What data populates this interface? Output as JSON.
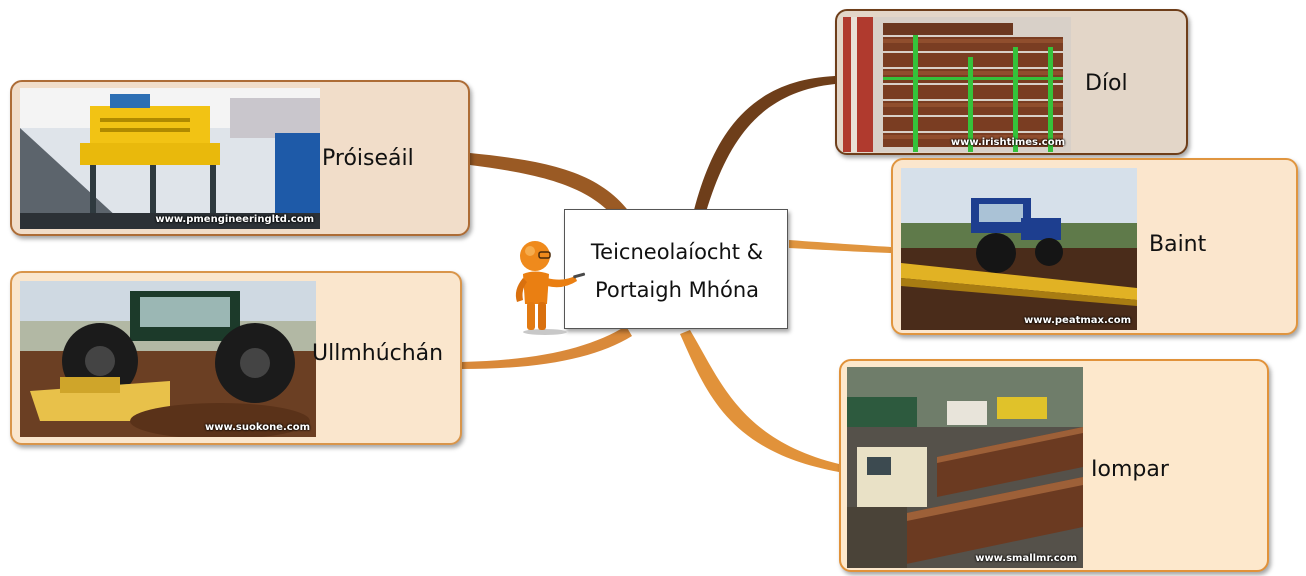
{
  "central": {
    "title_line1": "Teicneolaíocht &",
    "title_line2": "Portaigh Mhóna",
    "icon": "presenter-figure-icon"
  },
  "branches": [
    {
      "id": "proiseail",
      "label": "Próiseáil",
      "watermark": "www.pmengineeringltd.com",
      "color": "#9a5a24"
    },
    {
      "id": "ullmhuchan",
      "label": "Ullmhúchán",
      "watermark": "www.suokone.com",
      "color": "#d9893a"
    },
    {
      "id": "diol",
      "label": "Díol",
      "watermark": "www.irishtimes.com",
      "color": "#6e3e1a"
    },
    {
      "id": "baint",
      "label": "Baint",
      "watermark": "www.peatmax.com",
      "color": "#e0953f"
    },
    {
      "id": "iompar",
      "label": "Iompar",
      "watermark": "www.smallmr.com",
      "color": "#e1923a"
    }
  ]
}
